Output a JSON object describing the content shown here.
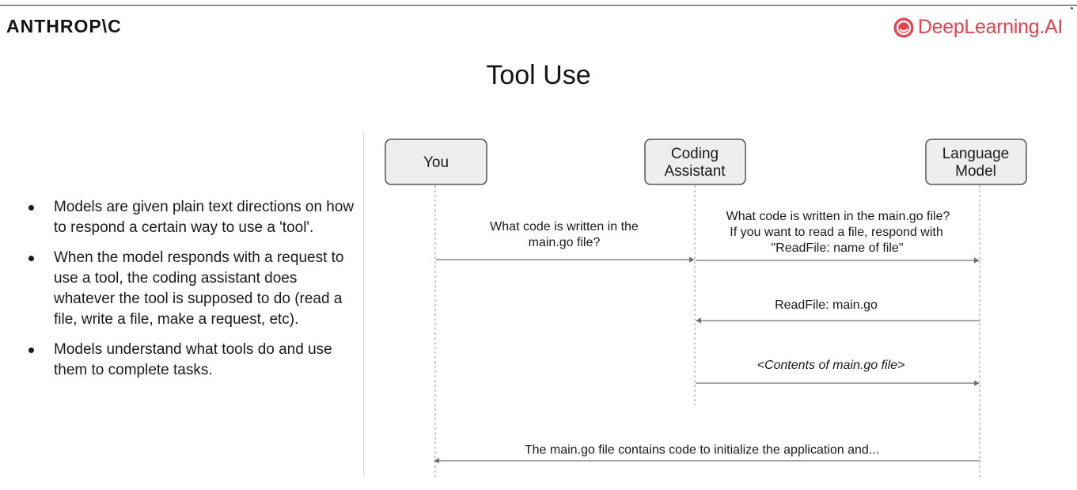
{
  "header": {
    "brand_left": "ANTHROP\\C",
    "brand_right": "DeepLearning.AI",
    "brand_right_color": "#e8414b"
  },
  "title": "Tool Use",
  "bullets": [
    "Models are given plain text directions on how to respond a certain way to use a 'tool'.",
    "When the model responds with a request to use a tool, the coding assistant does whatever the tool is supposed to do (read a file, write a file, make a request, etc).",
    "Models understand what tools do and use them to complete tasks."
  ],
  "diagram": {
    "actors": {
      "you": [
        "You"
      ],
      "assistant": [
        "Coding",
        "Assistant"
      ],
      "model": [
        "Language",
        "Model"
      ]
    },
    "messages": {
      "m1": [
        "What code is written in the",
        "main.go file?"
      ],
      "m2": [
        "What code is written in the main.go file?",
        "If you want to read a file, respond with",
        "\"ReadFile: name of file\""
      ],
      "m3": [
        "ReadFile: main.go"
      ],
      "m4": [
        "<Contents of main.go file>"
      ],
      "m5": [
        "The main.go file contains code to initialize the application and..."
      ]
    }
  }
}
